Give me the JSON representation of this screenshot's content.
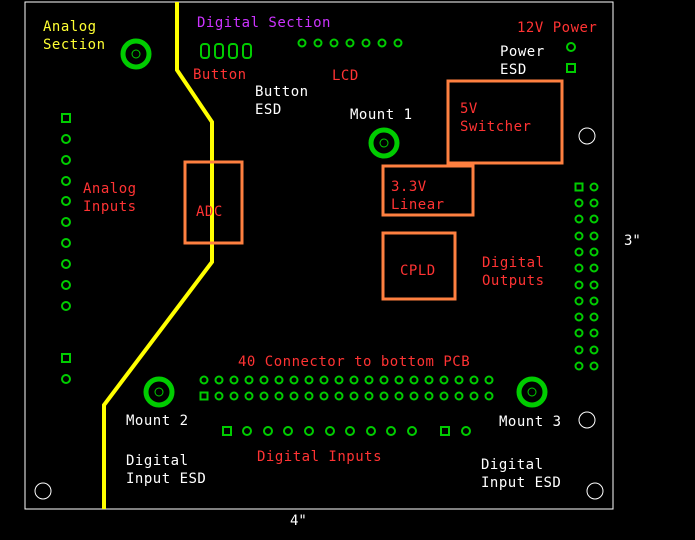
{
  "colors": {
    "background": "#000000",
    "board_outline": "#ffffff",
    "trace": "#ffff00",
    "pad": "#00cc00",
    "component_box": "#ff8040",
    "label_red": "#ff3333",
    "label_white": "#ffffff",
    "label_magenta": "#cc33ff",
    "label_yellow": "#ffff33"
  },
  "labels": {
    "analog_section": "Analog\nSection",
    "digital_section": "Digital Section",
    "power_12v": "12V Power",
    "power_esd": "Power\nESD",
    "button": "Button",
    "lcd": "LCD",
    "button_esd": "Button\nESD",
    "mount1": "Mount 1",
    "switcher": "5V\nSwitcher",
    "linear": "3.3V\nLinear",
    "analog_inputs": "Analog\nInputs",
    "adc": "ADC",
    "cpld": "CPLD",
    "digital_outputs": "Digital\nOutputs",
    "connector": "40 Connector to bottom PCB",
    "mount2": "Mount 2",
    "mount3": "Mount 3",
    "digital_inputs": "Digital Inputs",
    "digital_input_esd_left": "Digital\nInput ESD",
    "digital_input_esd_right": "Digital\nInput ESD"
  },
  "dimensions": {
    "height": "3\"",
    "width": "4\""
  }
}
